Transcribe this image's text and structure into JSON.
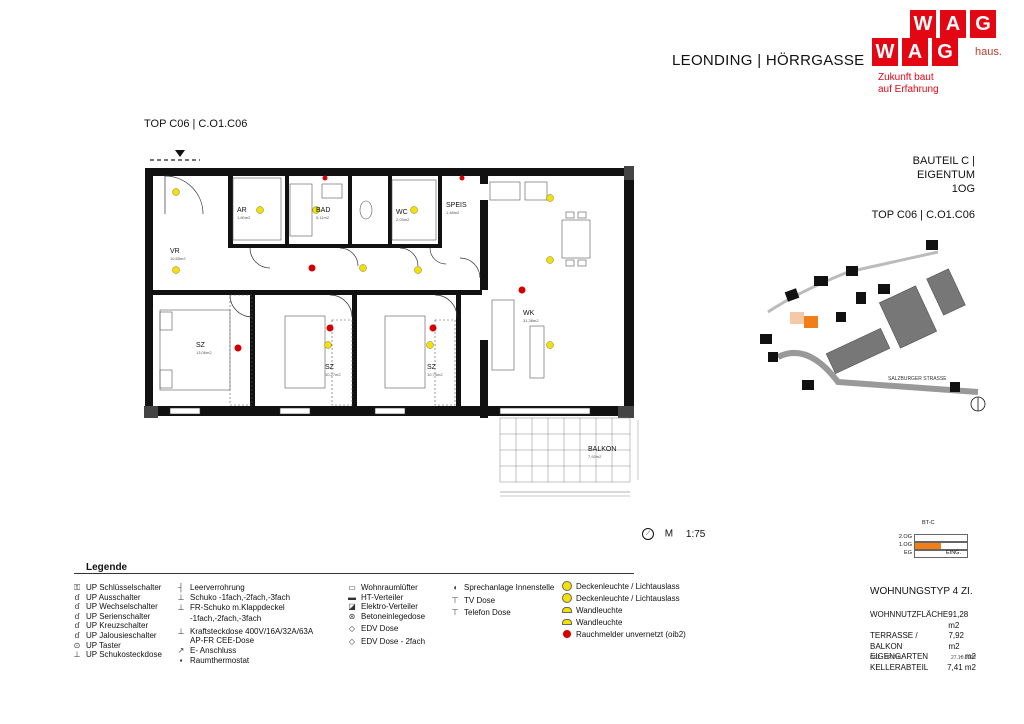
{
  "header": {
    "project_title": "LEONDING | HÖRRGASSE",
    "unit_left": "TOP C06 | C.O1.C06"
  },
  "logo": {
    "letters_top": [
      "W",
      "A",
      "G"
    ],
    "letters_bottom": [
      "W",
      "A",
      "G"
    ],
    "tagline": "haus.",
    "slogan_line1": "Zukunft baut",
    "slogan_line2": "auf Erfahrung",
    "brand_color": "#e30613"
  },
  "right_info": {
    "bauteil": "BAUTEIL C | EIGENTUM",
    "floor": "1OG",
    "unit": "TOP C06 | C.O1.C06"
  },
  "site_plan": {
    "street_label": "SALZBURGER STRASSE",
    "north_icon": "north-arrow-icon"
  },
  "floors_diagram": {
    "building": "BT-C",
    "levels": [
      "2.OG",
      "1.OG",
      "EG"
    ],
    "eg_label": "EING.",
    "highlight_color": "#f07f1a"
  },
  "scale": {
    "label": "M",
    "value": "1:75"
  },
  "rooms": [
    {
      "name": "VR",
      "area": "10,65m2"
    },
    {
      "name": "AR",
      "area": "1,80m2"
    },
    {
      "name": "BAD",
      "area": "5,11m2"
    },
    {
      "name": "WC",
      "area": "2,03m2"
    },
    {
      "name": "SPEIS",
      "area": "1,48m2"
    },
    {
      "name": "WK",
      "area": "31,38m2"
    },
    {
      "name": "SZ",
      "area": "13,06m2"
    },
    {
      "name": "SZ",
      "area": "10,27m2"
    },
    {
      "name": "SZ",
      "area": "10,74m2"
    },
    {
      "name": "BALKON",
      "area": "7,92m2"
    }
  ],
  "legend": {
    "title": "Legende",
    "col1": [
      "UP Schlüsselschalter",
      "UP Ausschalter",
      "UP Wechselschalter",
      "UP Serienschalter",
      "UP Kreuzschalter",
      "UP Jalousieschalter",
      "UP Taster",
      "UP Schukosteckdose"
    ],
    "col2": [
      "Leerverrohrung",
      "Schuko -1fach,-2fach,-3fach",
      "FR-Schuko m.Klappdeckel",
      "-1fach,-2fach,-3fach",
      "Kraftsteckdose 400V/16A/32A/63A",
      "AP-FR CEE-Dose",
      "E- Anschluss",
      "Raumthermostat"
    ],
    "col3": [
      "Wohnraumlüfter",
      "HT-Verteiler",
      "Elektro-Verteiler",
      "Betoneinlegedose",
      "EDV Dose",
      "EDV Dose - 2fach"
    ],
    "col4": [
      "Sprechanlage Innenstelle",
      "TV Dose",
      "Telefon Dose"
    ],
    "col5": [
      "Deckenleuchte / Lichtauslass",
      "Deckenleuchte / Lichtauslass",
      "Wandleuchte",
      "Wandleuchte",
      "Rauchmelder unvernetzt (oib2)"
    ],
    "colors": {
      "light": "#f4e100",
      "smoke": "#d40000"
    }
  },
  "apartment": {
    "type": "WOHNUNGSTYP  4 ZI.",
    "rows": [
      {
        "label": "WOHNNUTZFLÄCHE",
        "value": "91,28 m2"
      },
      {
        "label": "TERRASSE / BALKON",
        "value": "7,92 m2"
      },
      {
        "label": "EIGENGARTEN",
        "value": "- m2"
      },
      {
        "label": "KELLERABTEIL",
        "value": "7,41 m2"
      }
    ],
    "gez": "GEZ.: HP/THU",
    "date": "27.10.2022"
  }
}
